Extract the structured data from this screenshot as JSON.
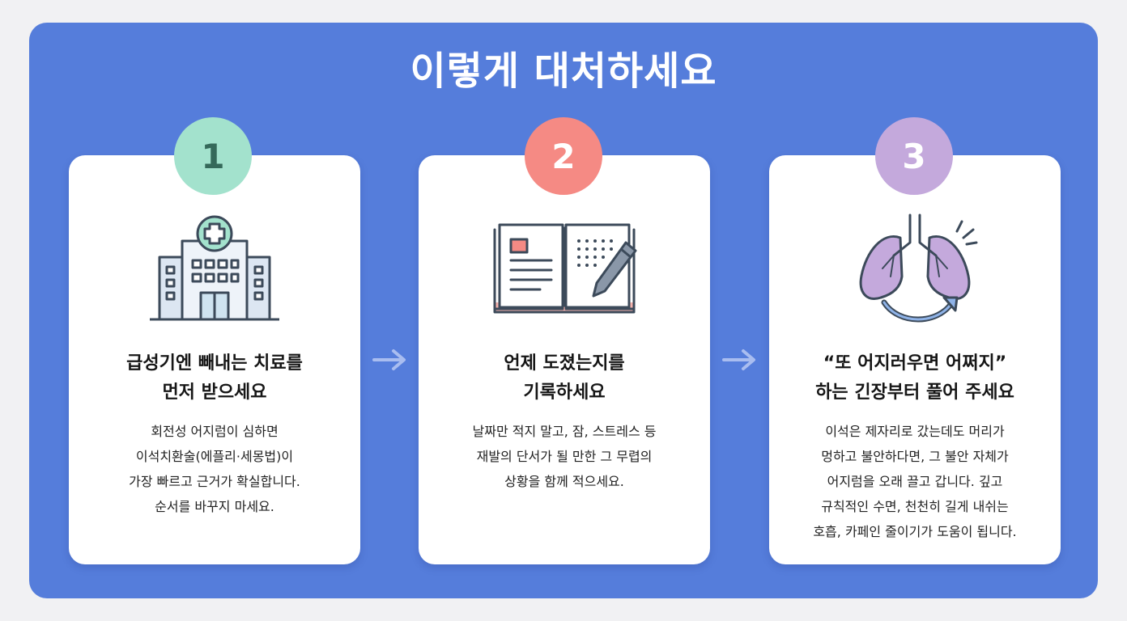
{
  "title": "이렇게 대처하세요",
  "colors": {
    "panel": "#557ddb",
    "badge1": "#a3e2cd",
    "badge2": "#f58a84",
    "badge3": "#c4a9dc",
    "arrow": "#a9bdf0"
  },
  "steps": [
    {
      "number": "1",
      "icon": "hospital-icon",
      "title_lines": [
        "급성기엔 빼내는 치료를",
        "먼저 받으세요"
      ],
      "body_lines": [
        "회전성 어지럼이 심하면",
        "이석치환술(에플리·세몽법)이",
        "가장 빠르고 근거가 확실합니다.",
        "순서를 바꾸지 마세요."
      ]
    },
    {
      "number": "2",
      "icon": "notebook-icon",
      "title_lines": [
        "언제 도졌는지를",
        "기록하세요"
      ],
      "body_lines": [
        "날짜만 적지 말고, 잠, 스트레스 등",
        "재발의 단서가 될 만한 그 무렵의",
        "상황을 함께 적으세요."
      ]
    },
    {
      "number": "3",
      "icon": "lungs-icon",
      "title_lines": [
        "“또 어지러우면 어쩌지”",
        "하는 긴장부터 풀어 주세요"
      ],
      "body_lines": [
        "이석은 제자리로 갔는데도 머리가",
        "멍하고 불안하다면, 그 불안 자체가",
        "어지럼을 오래 끌고 갑니다. 깊고",
        "규칙적인 수면, 천천히 길게 내쉬는",
        "호흡, 카페인 줄이기가 도움이 됩니다."
      ]
    }
  ]
}
